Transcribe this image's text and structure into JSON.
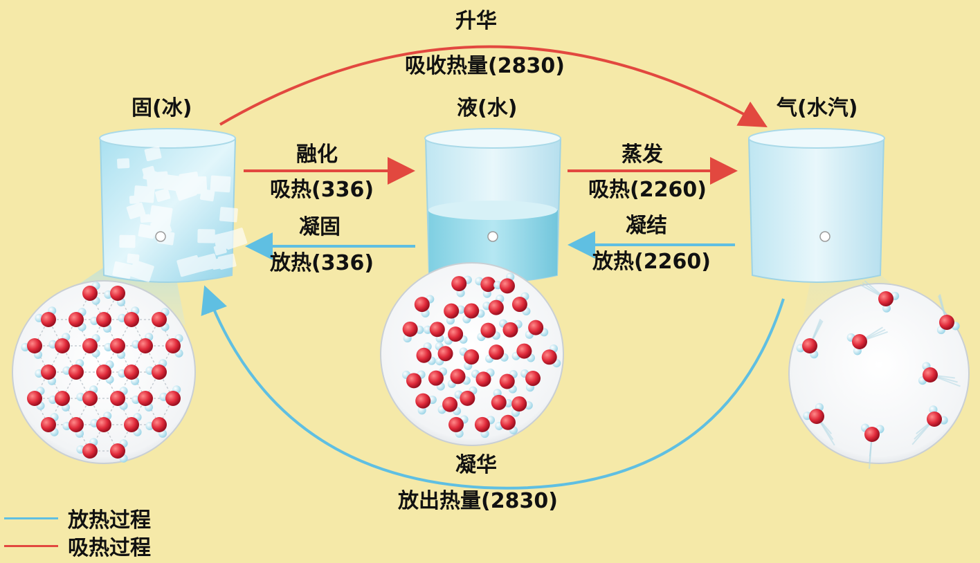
{
  "colors": {
    "absorb": "#e2483f",
    "release": "#5fbfe2",
    "background": "#f5e9a8"
  },
  "states": {
    "solid": {
      "label": "固(冰)"
    },
    "liquid": {
      "label": "液(水)"
    },
    "gas": {
      "label": "气(水汽)"
    }
  },
  "transitions": {
    "sublimation": {
      "name": "升华",
      "detail": "吸收热量(2830)"
    },
    "melting": {
      "name": "融化",
      "detail": "吸热(336)"
    },
    "freezing": {
      "name": "凝固",
      "detail": "放热(336)"
    },
    "evaporation": {
      "name": "蒸发",
      "detail": "吸热(2260)"
    },
    "condensation": {
      "name": "凝结",
      "detail": "放热(2260)"
    },
    "deposition": {
      "name": "凝华",
      "detail": "放出热量(2830)"
    }
  },
  "legend": {
    "release": {
      "label": "放热过程",
      "color": "#5fbfe2"
    },
    "absorb": {
      "label": "吸热过程",
      "color": "#e2483f"
    }
  }
}
